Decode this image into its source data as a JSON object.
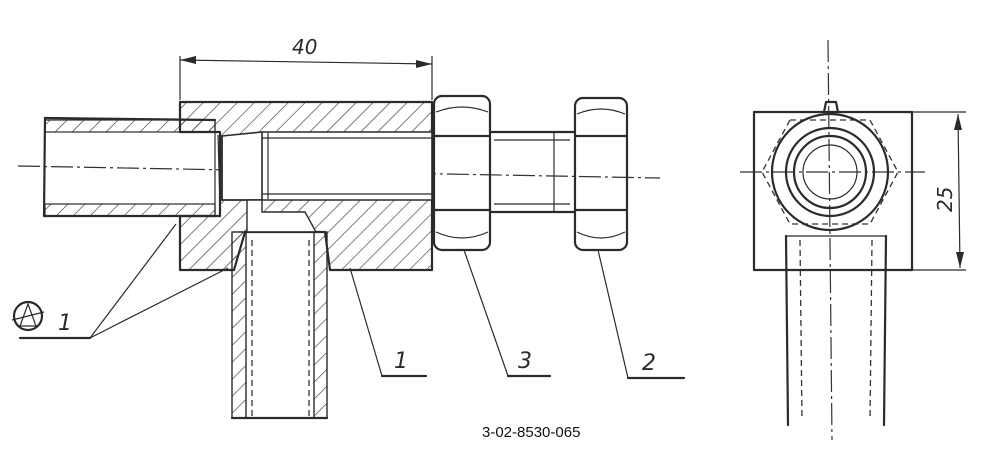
{
  "drawing": {
    "dimension_length": "40",
    "dimension_height": "25",
    "callouts": {
      "weld_label": "1",
      "part_body": "1",
      "part_nut_left": "3",
      "part_nut_right": "2"
    },
    "drawing_code": "3-02-8530-065"
  }
}
